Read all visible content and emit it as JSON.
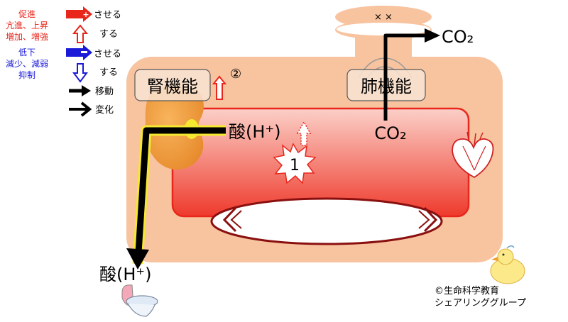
{
  "legend": {
    "promote_red": [
      "促進",
      "亢進、上昇",
      "増加、増強"
    ],
    "suppress_blue": [
      "低下",
      "減少、減弱",
      "抑制"
    ],
    "cause_label": "させる",
    "do_label": "する",
    "move_label": "移動",
    "change_label": "変化"
  },
  "diagram": {
    "kidney_label": "腎機能",
    "kidney_step": "②",
    "lung_label": "肺機能",
    "acid_label_inside": "酸(H⁺)",
    "acid_label_excreted": "酸(H⁺)",
    "co2_inside": "CO₂",
    "co2_exhaled": "CO₂",
    "step_one": "1",
    "lung_marks": "× ×"
  },
  "credit": [
    "©生命科学教育",
    "シェアリンググループ"
  ],
  "colors": {
    "body": "#f8c39f",
    "vessel_stroke": "#e8261c",
    "promote": "#e8261c",
    "suppress": "#1a1ad8",
    "kidney": "#f4a040"
  }
}
